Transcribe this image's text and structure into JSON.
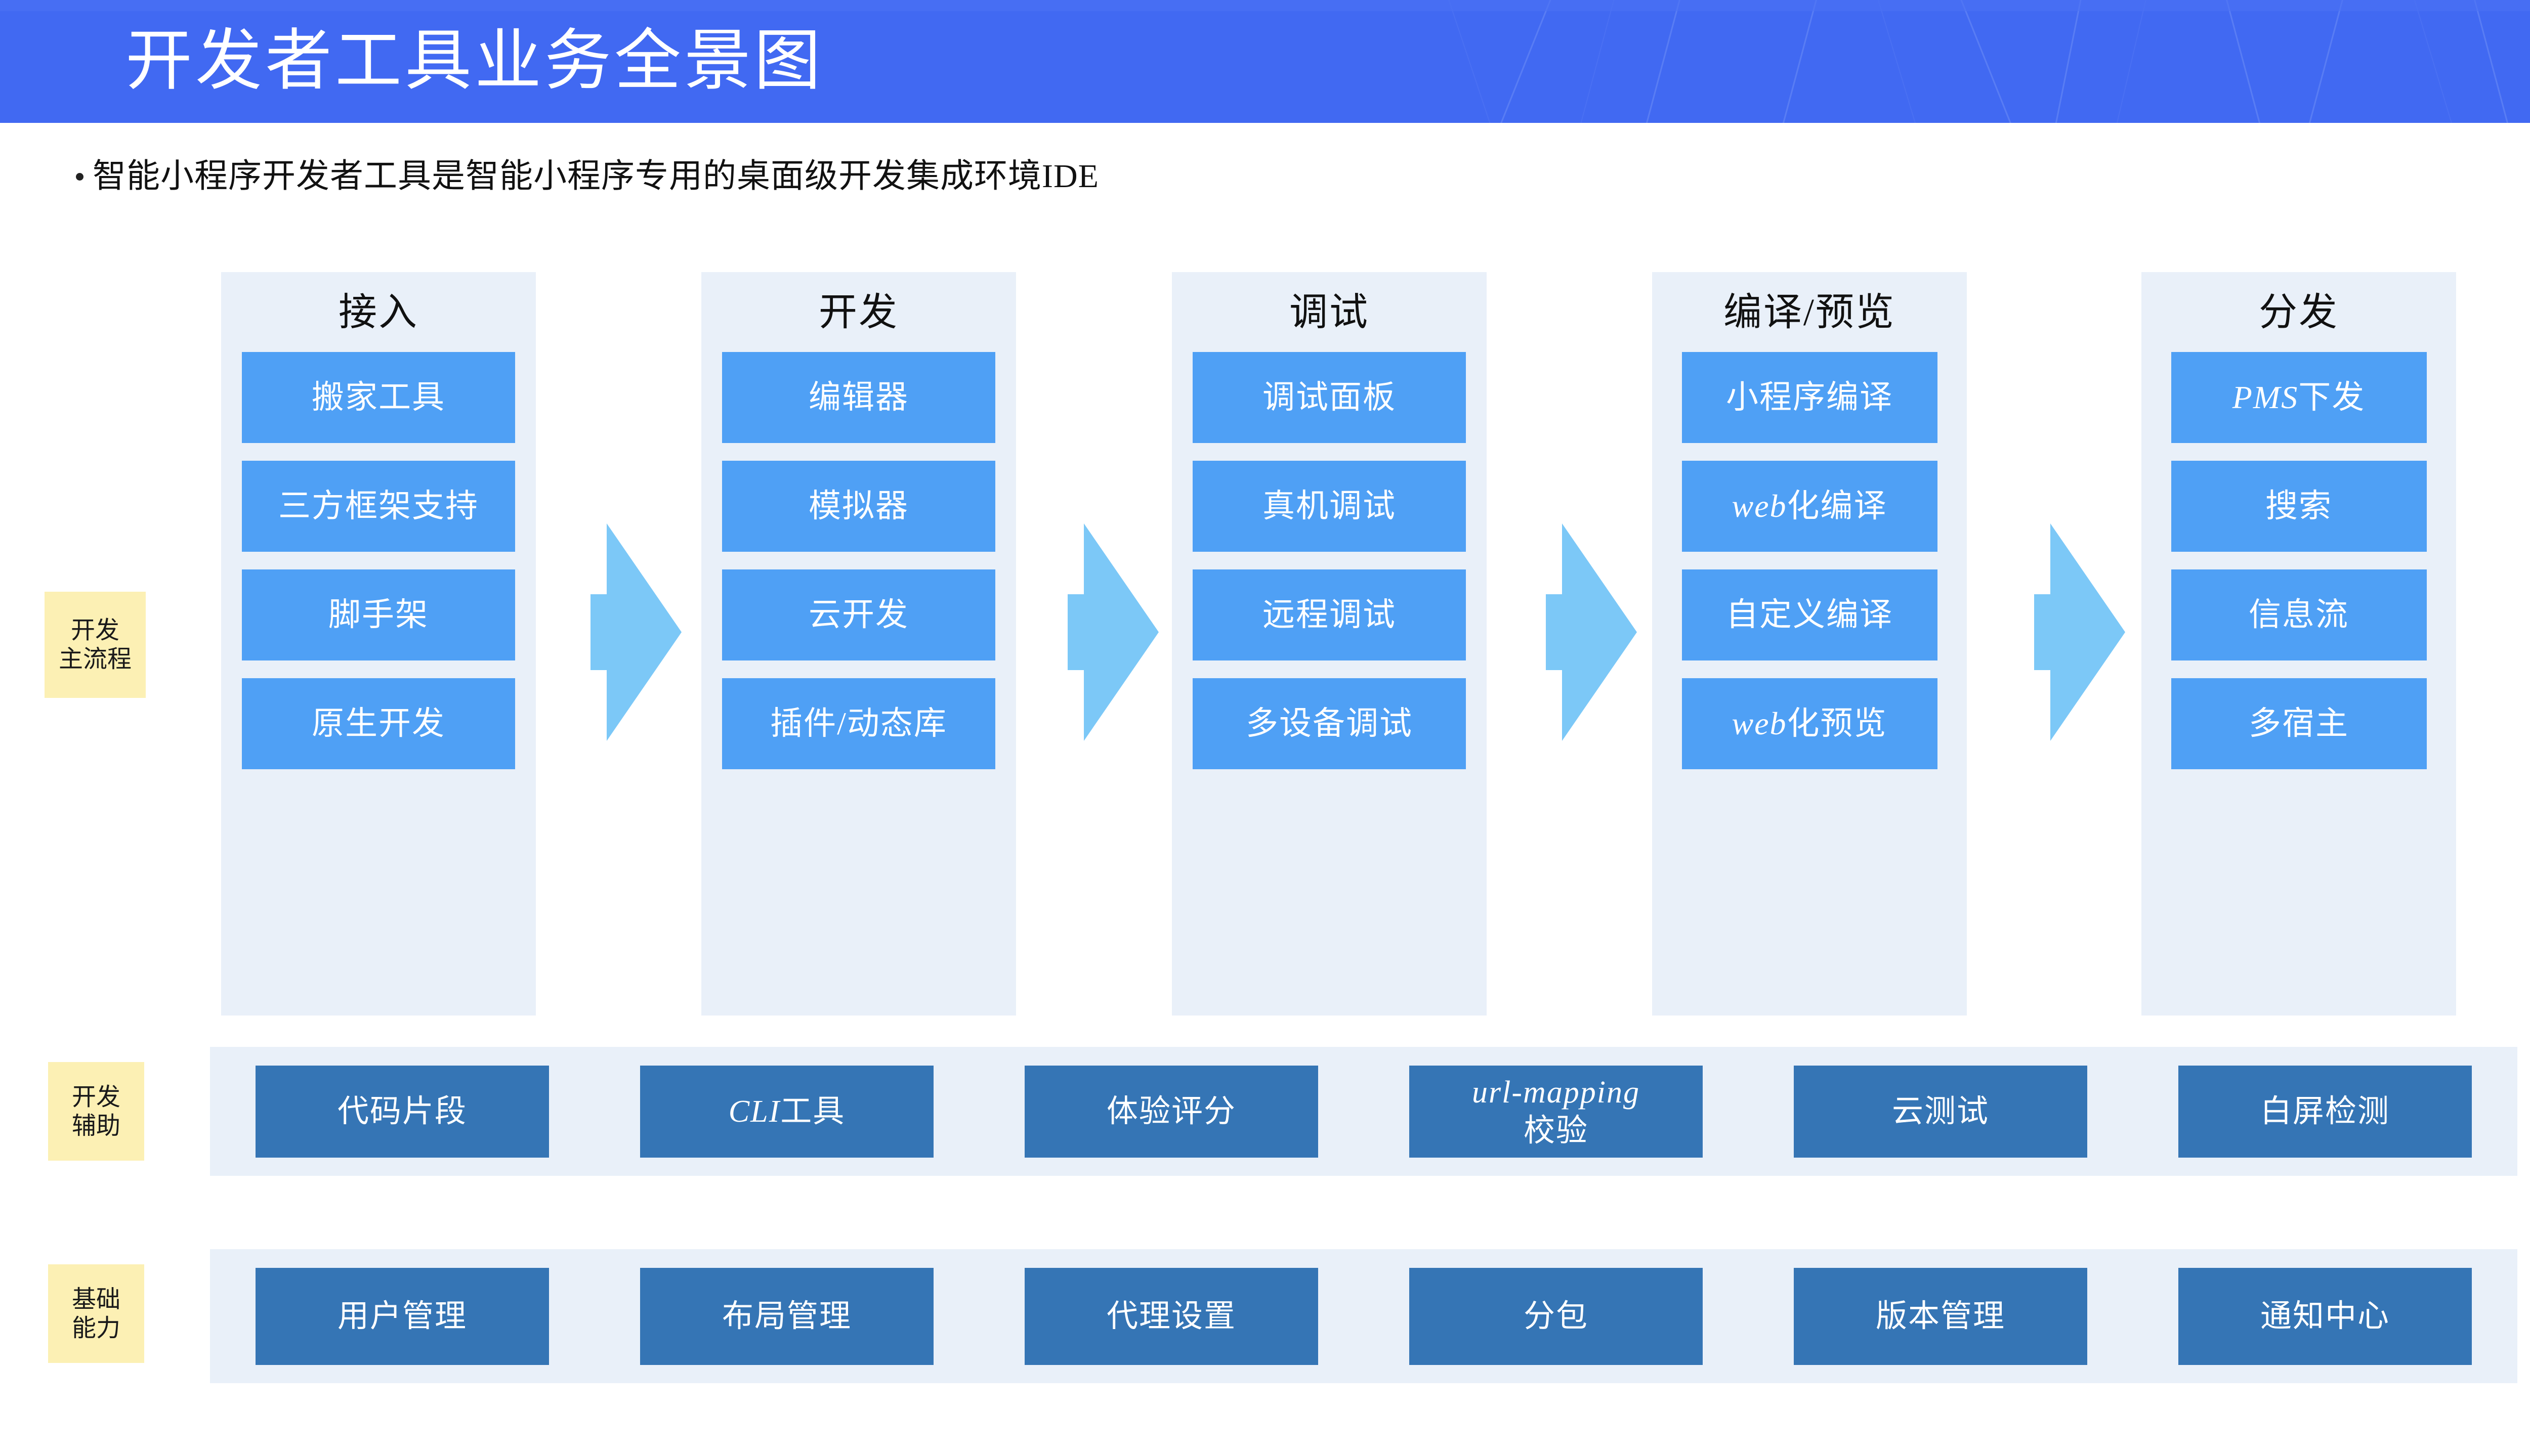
{
  "header": {
    "title": "开发者工具业务全景图",
    "background_color": "#4169F2",
    "title_color": "#FFFFFF"
  },
  "subtitle": {
    "bullet": "•",
    "text": "智能小程序开发者工具是智能小程序专用的桌面级开发集成环境IDE"
  },
  "colors": {
    "panel_bg": "#E9F0F9",
    "chip_blue": "#4FA0F5",
    "tile_blue": "#3575B5",
    "label_yellow": "#FCF0B4",
    "arrow_blue": "#7CC8F7"
  },
  "row_labels": {
    "main_flow": "开发\n主流程",
    "main_flow_l1": "开发",
    "main_flow_l2": "主流程",
    "assist_l1": "开发",
    "assist_l2": "辅助",
    "base_l1": "基础",
    "base_l2": "能力"
  },
  "flow": {
    "columns": [
      {
        "title": "接入",
        "items": [
          {
            "label": "搬家工具"
          },
          {
            "label": "三方框架支持"
          },
          {
            "label": "脚手架"
          },
          {
            "label": "原生开发"
          }
        ]
      },
      {
        "title": "开发",
        "items": [
          {
            "label": "编辑器"
          },
          {
            "label": "模拟器"
          },
          {
            "label": "云开发"
          },
          {
            "label": "插件/动态库"
          }
        ]
      },
      {
        "title": "调试",
        "items": [
          {
            "label": "调试面板"
          },
          {
            "label": "真机调试"
          },
          {
            "label": "远程调试"
          },
          {
            "label": "多设备调试"
          }
        ]
      },
      {
        "title": "编译/预览",
        "items": [
          {
            "label": "小程序编译"
          },
          {
            "label": "web化编译",
            "italic_prefix": "web",
            "rest": "化编译"
          },
          {
            "label": "自定义编译"
          },
          {
            "label": "web化预览",
            "italic_prefix": "web",
            "rest": "化预览"
          }
        ]
      },
      {
        "title": "分发",
        "items": [
          {
            "label": "PMS下发",
            "italic_prefix": "PMS",
            "rest": "下发"
          },
          {
            "label": "搜索"
          },
          {
            "label": "信息流"
          },
          {
            "label": "多宿主"
          }
        ]
      }
    ],
    "arrows": [
      "flow-arrow-1",
      "flow-arrow-2",
      "flow-arrow-3",
      "flow-arrow-4"
    ]
  },
  "assist_band": {
    "items": [
      {
        "label": "代码片段"
      },
      {
        "label": "CLI工具",
        "italic_prefix": "CLI",
        "rest": "工具"
      },
      {
        "label": "体验评分"
      },
      {
        "label": "url-mapping校验",
        "line1": "url-mapping",
        "line2": "校验"
      },
      {
        "label": "云测试"
      },
      {
        "label": "白屏检测"
      }
    ]
  },
  "base_band": {
    "items": [
      {
        "label": "用户管理"
      },
      {
        "label": "布局管理"
      },
      {
        "label": "代理设置"
      },
      {
        "label": "分包"
      },
      {
        "label": "版本管理"
      },
      {
        "label": "通知中心"
      }
    ]
  }
}
